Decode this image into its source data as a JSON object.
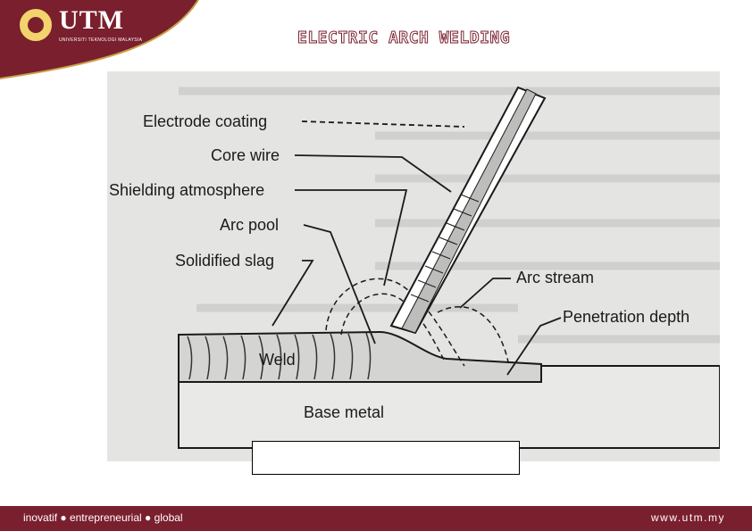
{
  "header": {
    "logo_text": "UTM",
    "logo_subtext": "UNIVERSITI TEKNOLOGI MALAYSIA",
    "title": "ELECTRIC ARCH WELDING"
  },
  "figure": {
    "labels": {
      "electrode_coating": "Electrode coating",
      "core_wire": "Core wire",
      "shielding_atmosphere": "Shielding atmosphere",
      "arc_pool": "Arc pool",
      "solidified_slag": "Solidified slag",
      "arc_stream": "Arc stream",
      "penetration_depth": "Penetration depth",
      "weld": "Weld",
      "base_metal": "Base metal"
    }
  },
  "footer": {
    "tagline": "inovatif ● entrepreneurial ● global",
    "url": "www.utm.my"
  },
  "colors": {
    "brand": "#7a1f2e",
    "accent": "#f3d36b"
  }
}
